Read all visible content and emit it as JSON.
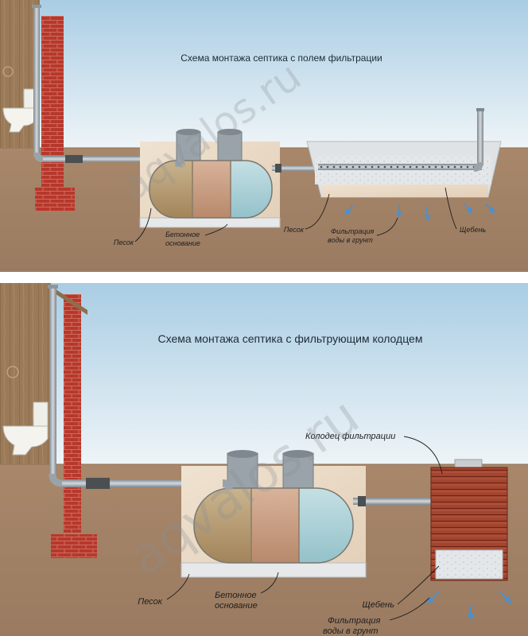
{
  "watermark": "aqvalos.ru",
  "panel_top": {
    "title": "Схема монтажа септика с полем фильтрации",
    "labels": {
      "sand_left": "Песок",
      "concrete_1": "Бетонное",
      "concrete_2": "основание",
      "sand_right": "Песок",
      "filtration_1": "Фильтрация",
      "filtration_2": "воды в грунт",
      "gravel": "Щебень"
    }
  },
  "panel_bottom": {
    "title": "Схема монтажа септика с фильтрующим колодцем",
    "labels": {
      "well": "Колодец фильтрации",
      "sand": "Песок",
      "concrete_1": "Бетонное",
      "concrete_2": "основание",
      "gravel": "Щебень",
      "filtration_1": "Фильтрация",
      "filtration_2": "воды в грунт"
    }
  },
  "colors": {
    "sky_top": "#a9cde4",
    "sky_bottom": "#eef4f7",
    "soil": "#a58468",
    "brick": "#b6382c",
    "wood": "#9a7a58",
    "chamber_1": "#b09366",
    "chamber_2": "#c59a7d",
    "chamber_3": "#a9cfd6",
    "pipe": "#9aa3aa",
    "arrow": "#4a90d0"
  }
}
